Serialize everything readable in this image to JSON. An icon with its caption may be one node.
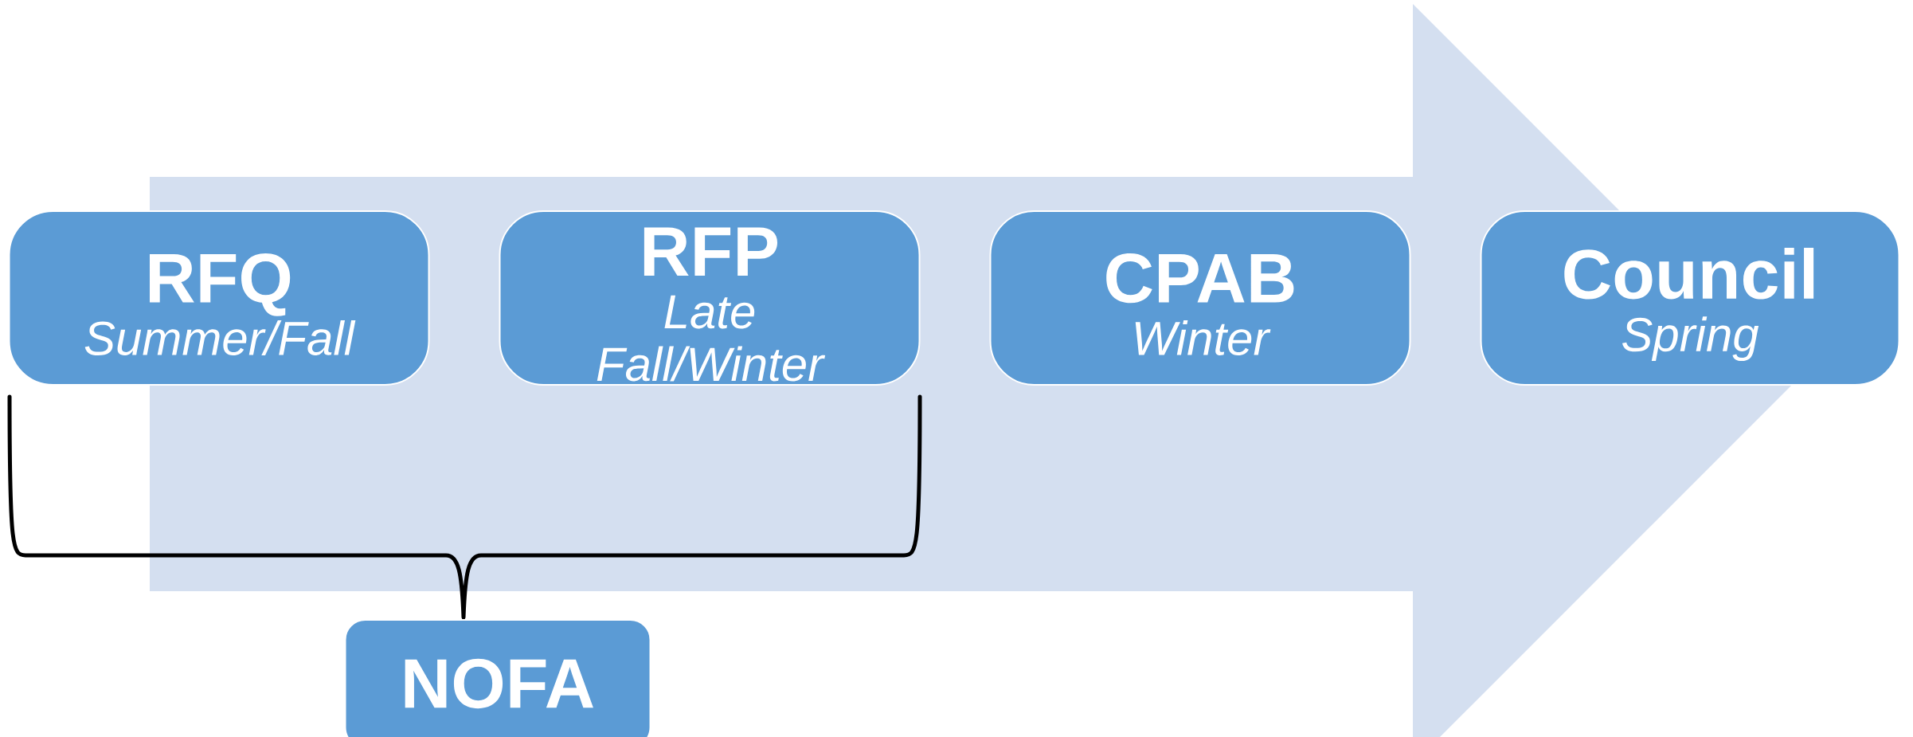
{
  "diagram": {
    "nodes": [
      {
        "text": [
          "RFQ",
          "Summer/Fall"
        ]
      },
      {
        "text": [
          "RFP",
          "Late Fall/Winter"
        ]
      },
      {
        "text": [
          "CPAB",
          "Winter"
        ]
      },
      {
        "text": [
          "Council",
          "Spring"
        ]
      },
      {
        "text": [
          "NOFA"
        ]
      }
    ],
    "edges": [
      {
        "from": 0,
        "to": 3,
        "arrow": "to"
      }
    ]
  }
}
